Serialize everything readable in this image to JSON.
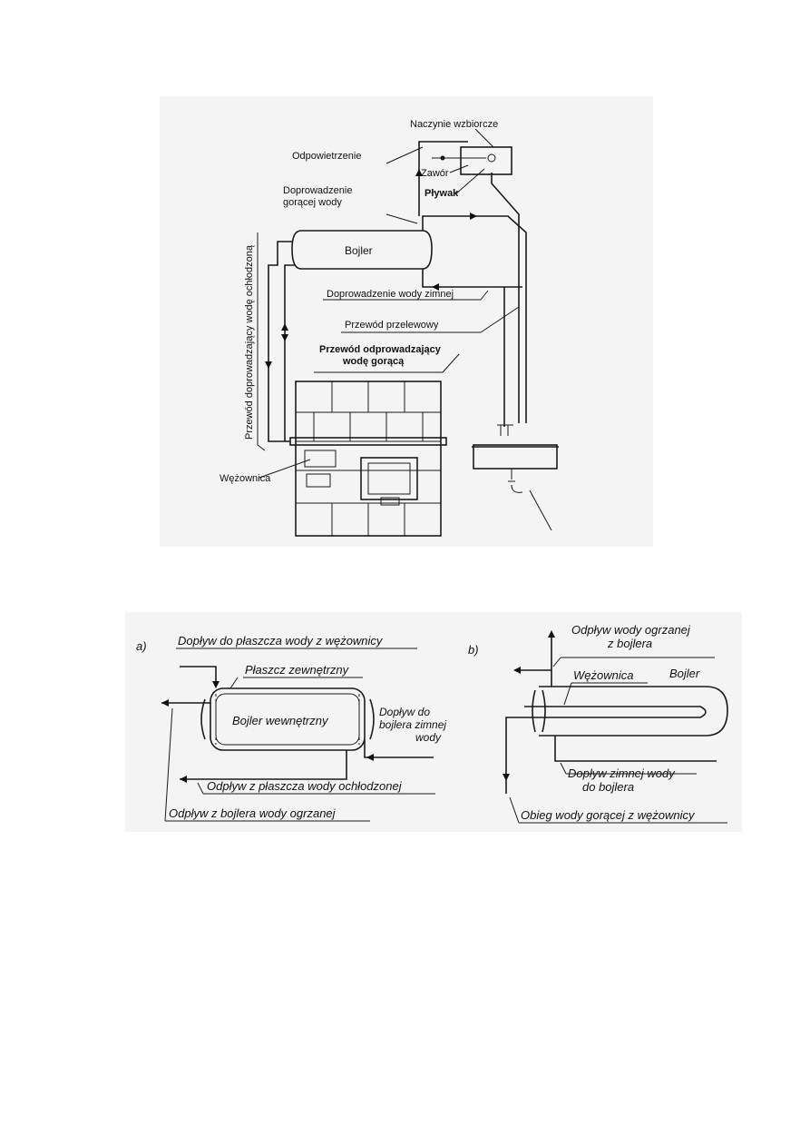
{
  "top_figure": {
    "labels": {
      "expansion_vessel": "Naczynie wzbiorcze",
      "vent": "Odpowietrzenie",
      "valve": "Zawór",
      "float": "Pływak",
      "hot_water_supply": "Doprowadzenie\ngorącej wody",
      "boiler": "Bojler",
      "cold_water_supply": "Doprowadzenie wody zimnej",
      "overflow_pipe": "Przewód przelewowy",
      "hot_water_outlet_pipe": "Przewód odprowadzający\nwodę gorącą",
      "cooled_water_pipe": "Przewód doprowadzający wodę ochłodzoną",
      "coil": "Wężownica"
    }
  },
  "bottom_figure": {
    "a": {
      "panel_letter": "a)",
      "labels": {
        "inflow_jacket": "Dopływ do płaszcza wody z wężownicy",
        "outer_jacket": "Płaszcz zewnętrzny",
        "inner_boiler": "Bojler wewnętrzny",
        "cold_inflow": "Dopływ do\nbojlera zimnej\nwody",
        "cooled_outflow": "Odpływ z płaszcza wody ochłodzonej",
        "heated_outflow": "Odpływ z bojlera wody ogrzanej"
      }
    },
    "b": {
      "panel_letter": "b)",
      "labels": {
        "heated_outflow": "Odpływ wody ogrzanej\nz bojlera",
        "coil": "Wężownica",
        "boiler": "Bojler",
        "cold_inflow": "Dopływ zimnej wody\ndo bojlera",
        "hot_circulation": "Obieg wody gorącej z wężownicy"
      }
    }
  }
}
